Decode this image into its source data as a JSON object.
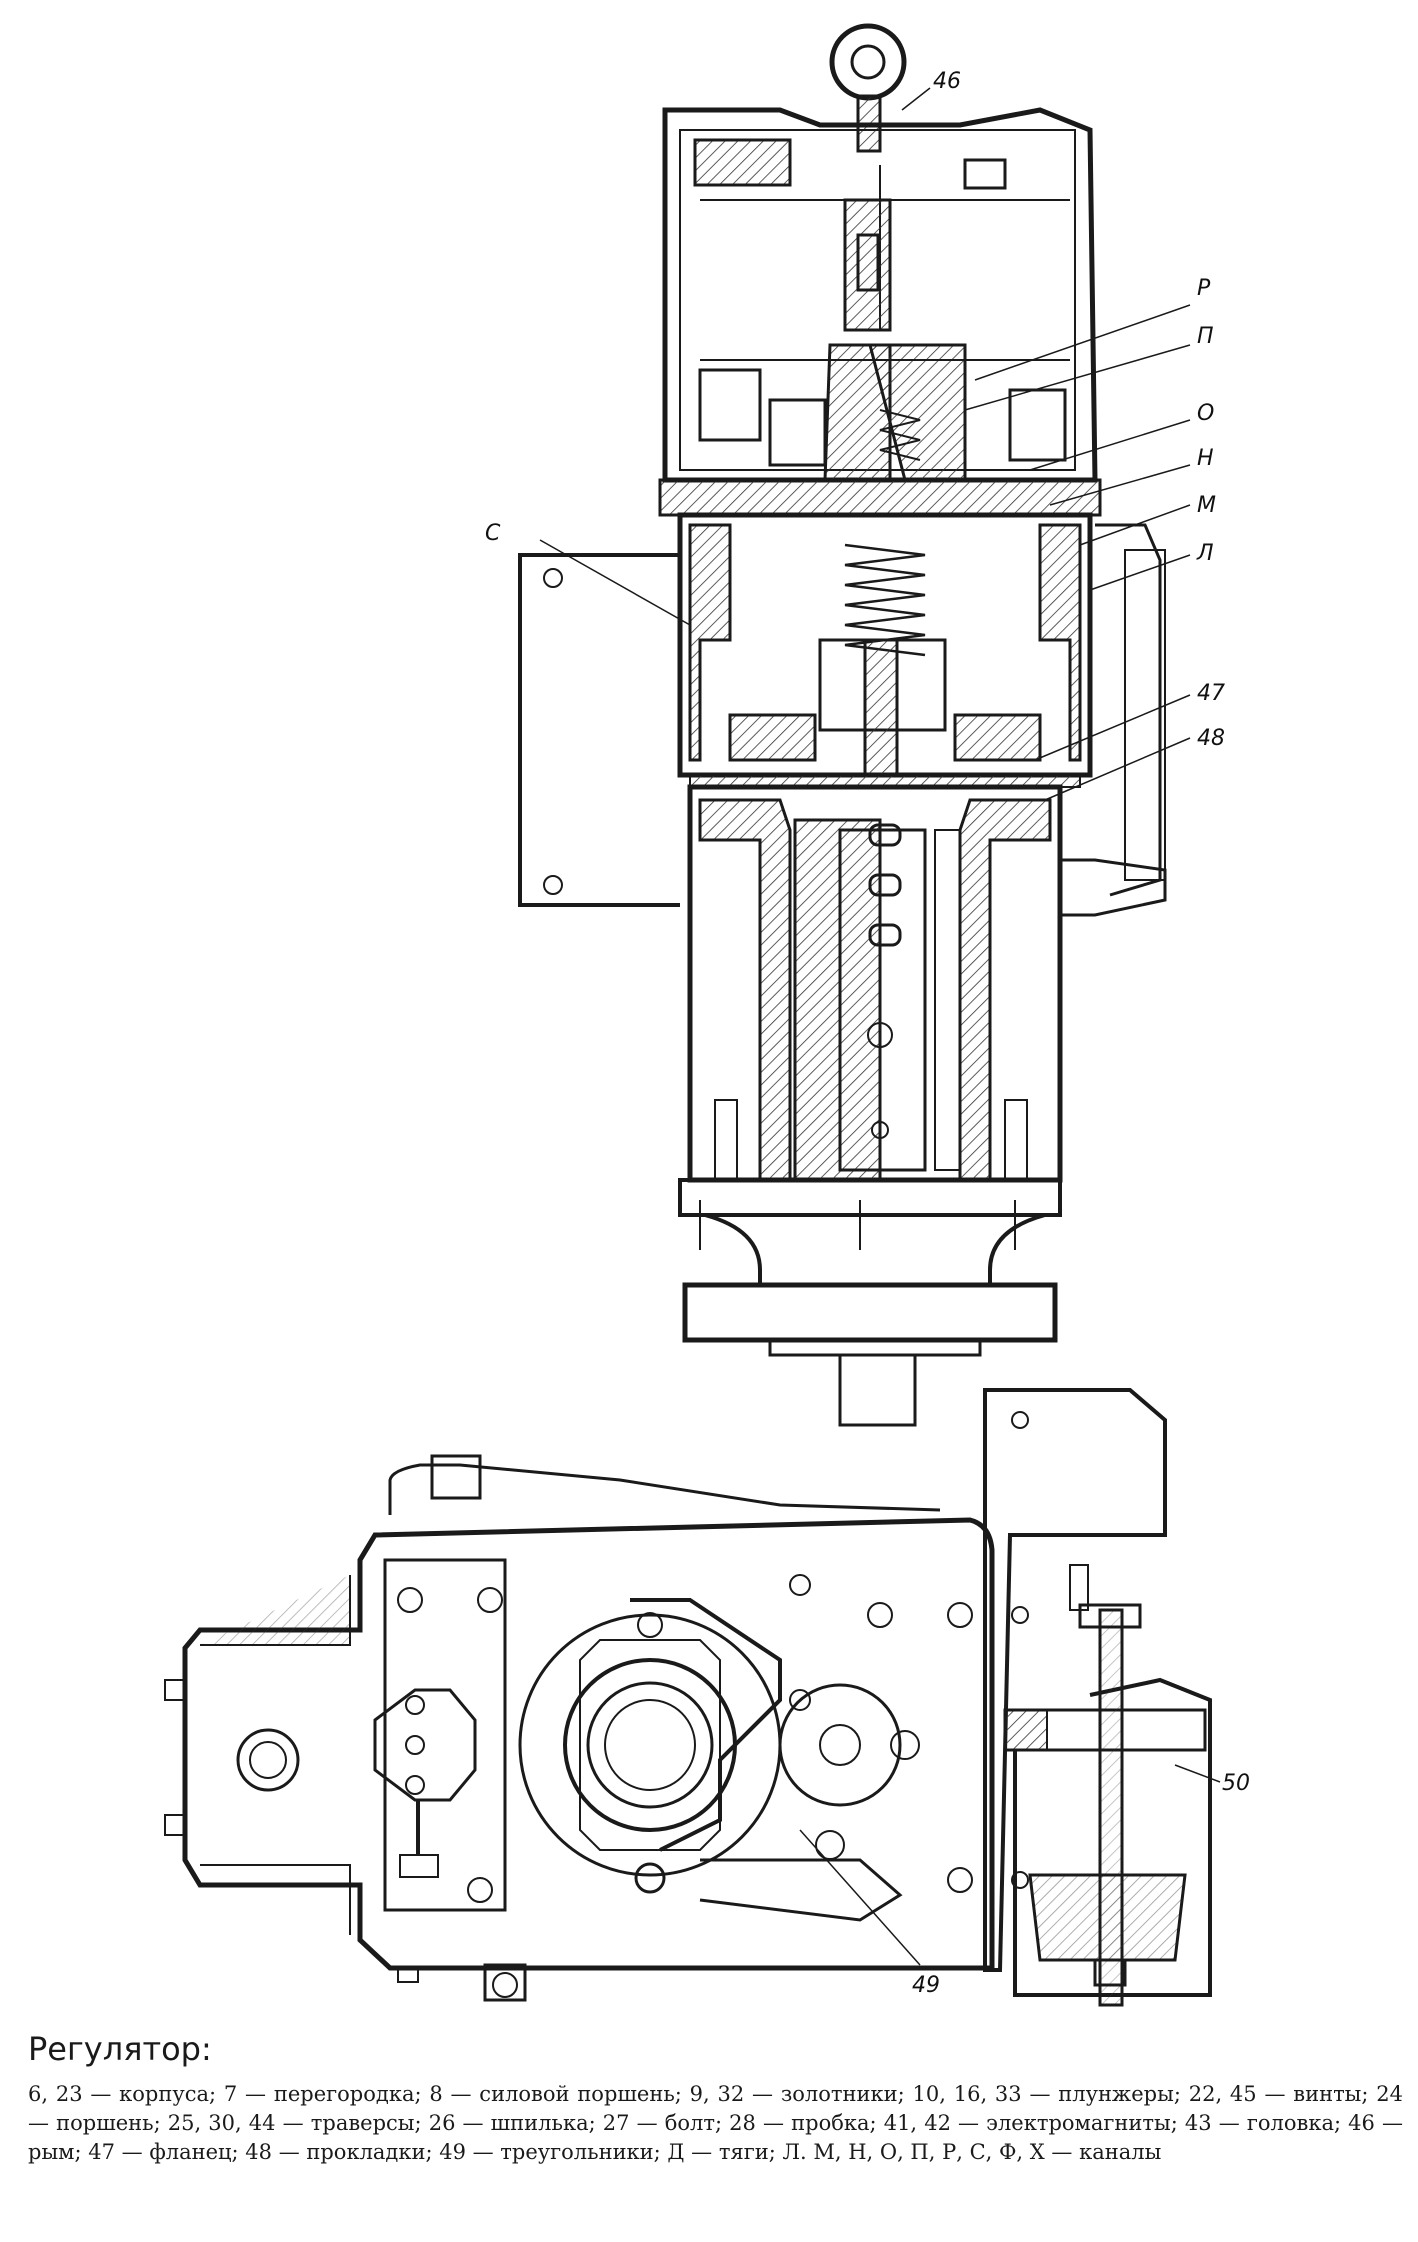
{
  "figure": {
    "labels": {
      "l46": "46",
      "lR": "Р",
      "lP": "П",
      "lO": "О",
      "lN": "Н",
      "lM": "М",
      "lL": "Л",
      "lS": "С",
      "l47": "47",
      "l48": "48",
      "l50": "50",
      "l49": "49"
    }
  },
  "caption": {
    "title": "Регулятор:",
    "body": "6, 23 — корпуса; 7 — перегородка; 8 — силовой поршень; 9, 32 — золотники; 10, 16, 33 — плунжеры; 22, 45 — винты; 24 — поршень; 25, 30, 44 — траверсы; 26 — шпилька; 27 — болт; 28 — пробка; 41, 42 — электромагниты; 43 — головка; 46 — рым; 47 — фланец; 48 — прокладки; 49 — треугольники; Д — тяги; Л. М, Н, О, П, Р, С, Ф, Х — каналы"
  }
}
